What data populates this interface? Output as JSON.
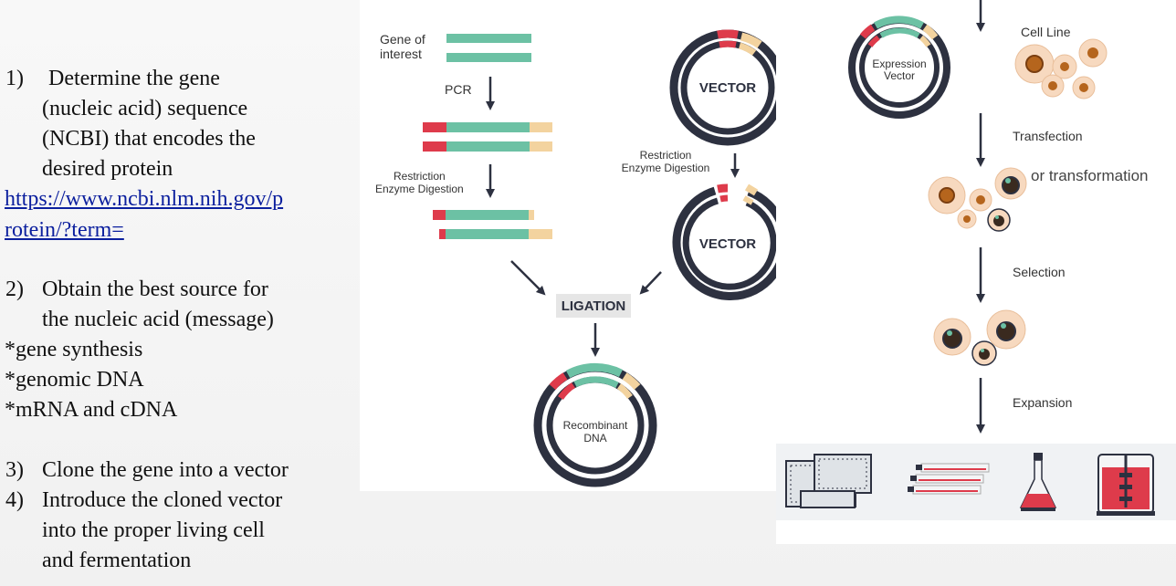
{
  "steps": {
    "step1": {
      "number": "1)",
      "lines": [
        "Determine the gene",
        "(nucleic acid) sequence",
        "(NCBI) that encodes the",
        "desired protein"
      ]
    },
    "link": [
      "https://www.ncbi.nlm.nih.gov/p",
      "rotein/?term="
    ],
    "step2": {
      "number": "2)",
      "lines": [
        "Obtain the best source for",
        "the nucleic acid (message)"
      ]
    },
    "sources": [
      "*gene synthesis",
      "*genomic DNA",
      "*mRNA and cDNA"
    ],
    "step3": {
      "number": "3)",
      "text": "Clone the gene into a vector"
    },
    "step4": {
      "number": "4)",
      "lines": [
        "Introduce the cloned vector",
        "into the proper living cell",
        "and fermentation"
      ]
    }
  },
  "cloning_diagram": {
    "gene_label": [
      "Gene of",
      "interest"
    ],
    "pcr_label": "PCR",
    "restriction_left": [
      "Restriction",
      "Enzyme Digestion"
    ],
    "restriction_right": [
      "Restriction",
      "Enzyme Digestion"
    ],
    "vector_label": "VECTOR",
    "vector_cut_label": "VECTOR",
    "ligation_label": "LIGATION",
    "recombinant_label": [
      "Recombinant",
      "DNA"
    ]
  },
  "expression_diagram": {
    "expression_vector_label": [
      "Expression",
      "Vector"
    ],
    "cell_line_label": "Cell Line",
    "transfection_label": "Transfection",
    "or_transformation_label": "or transformation",
    "selection_label": "Selection",
    "expansion_label": "Expansion"
  },
  "colors": {
    "gene_green": "#6cc1a4",
    "red": "#de3b4b",
    "tan": "#f3d39f",
    "dark_ring": "#2d3140",
    "cell_outer": "#f7d9bf",
    "cell_nucleus": "#b5651d",
    "link_blue": "#0b1f9e"
  }
}
